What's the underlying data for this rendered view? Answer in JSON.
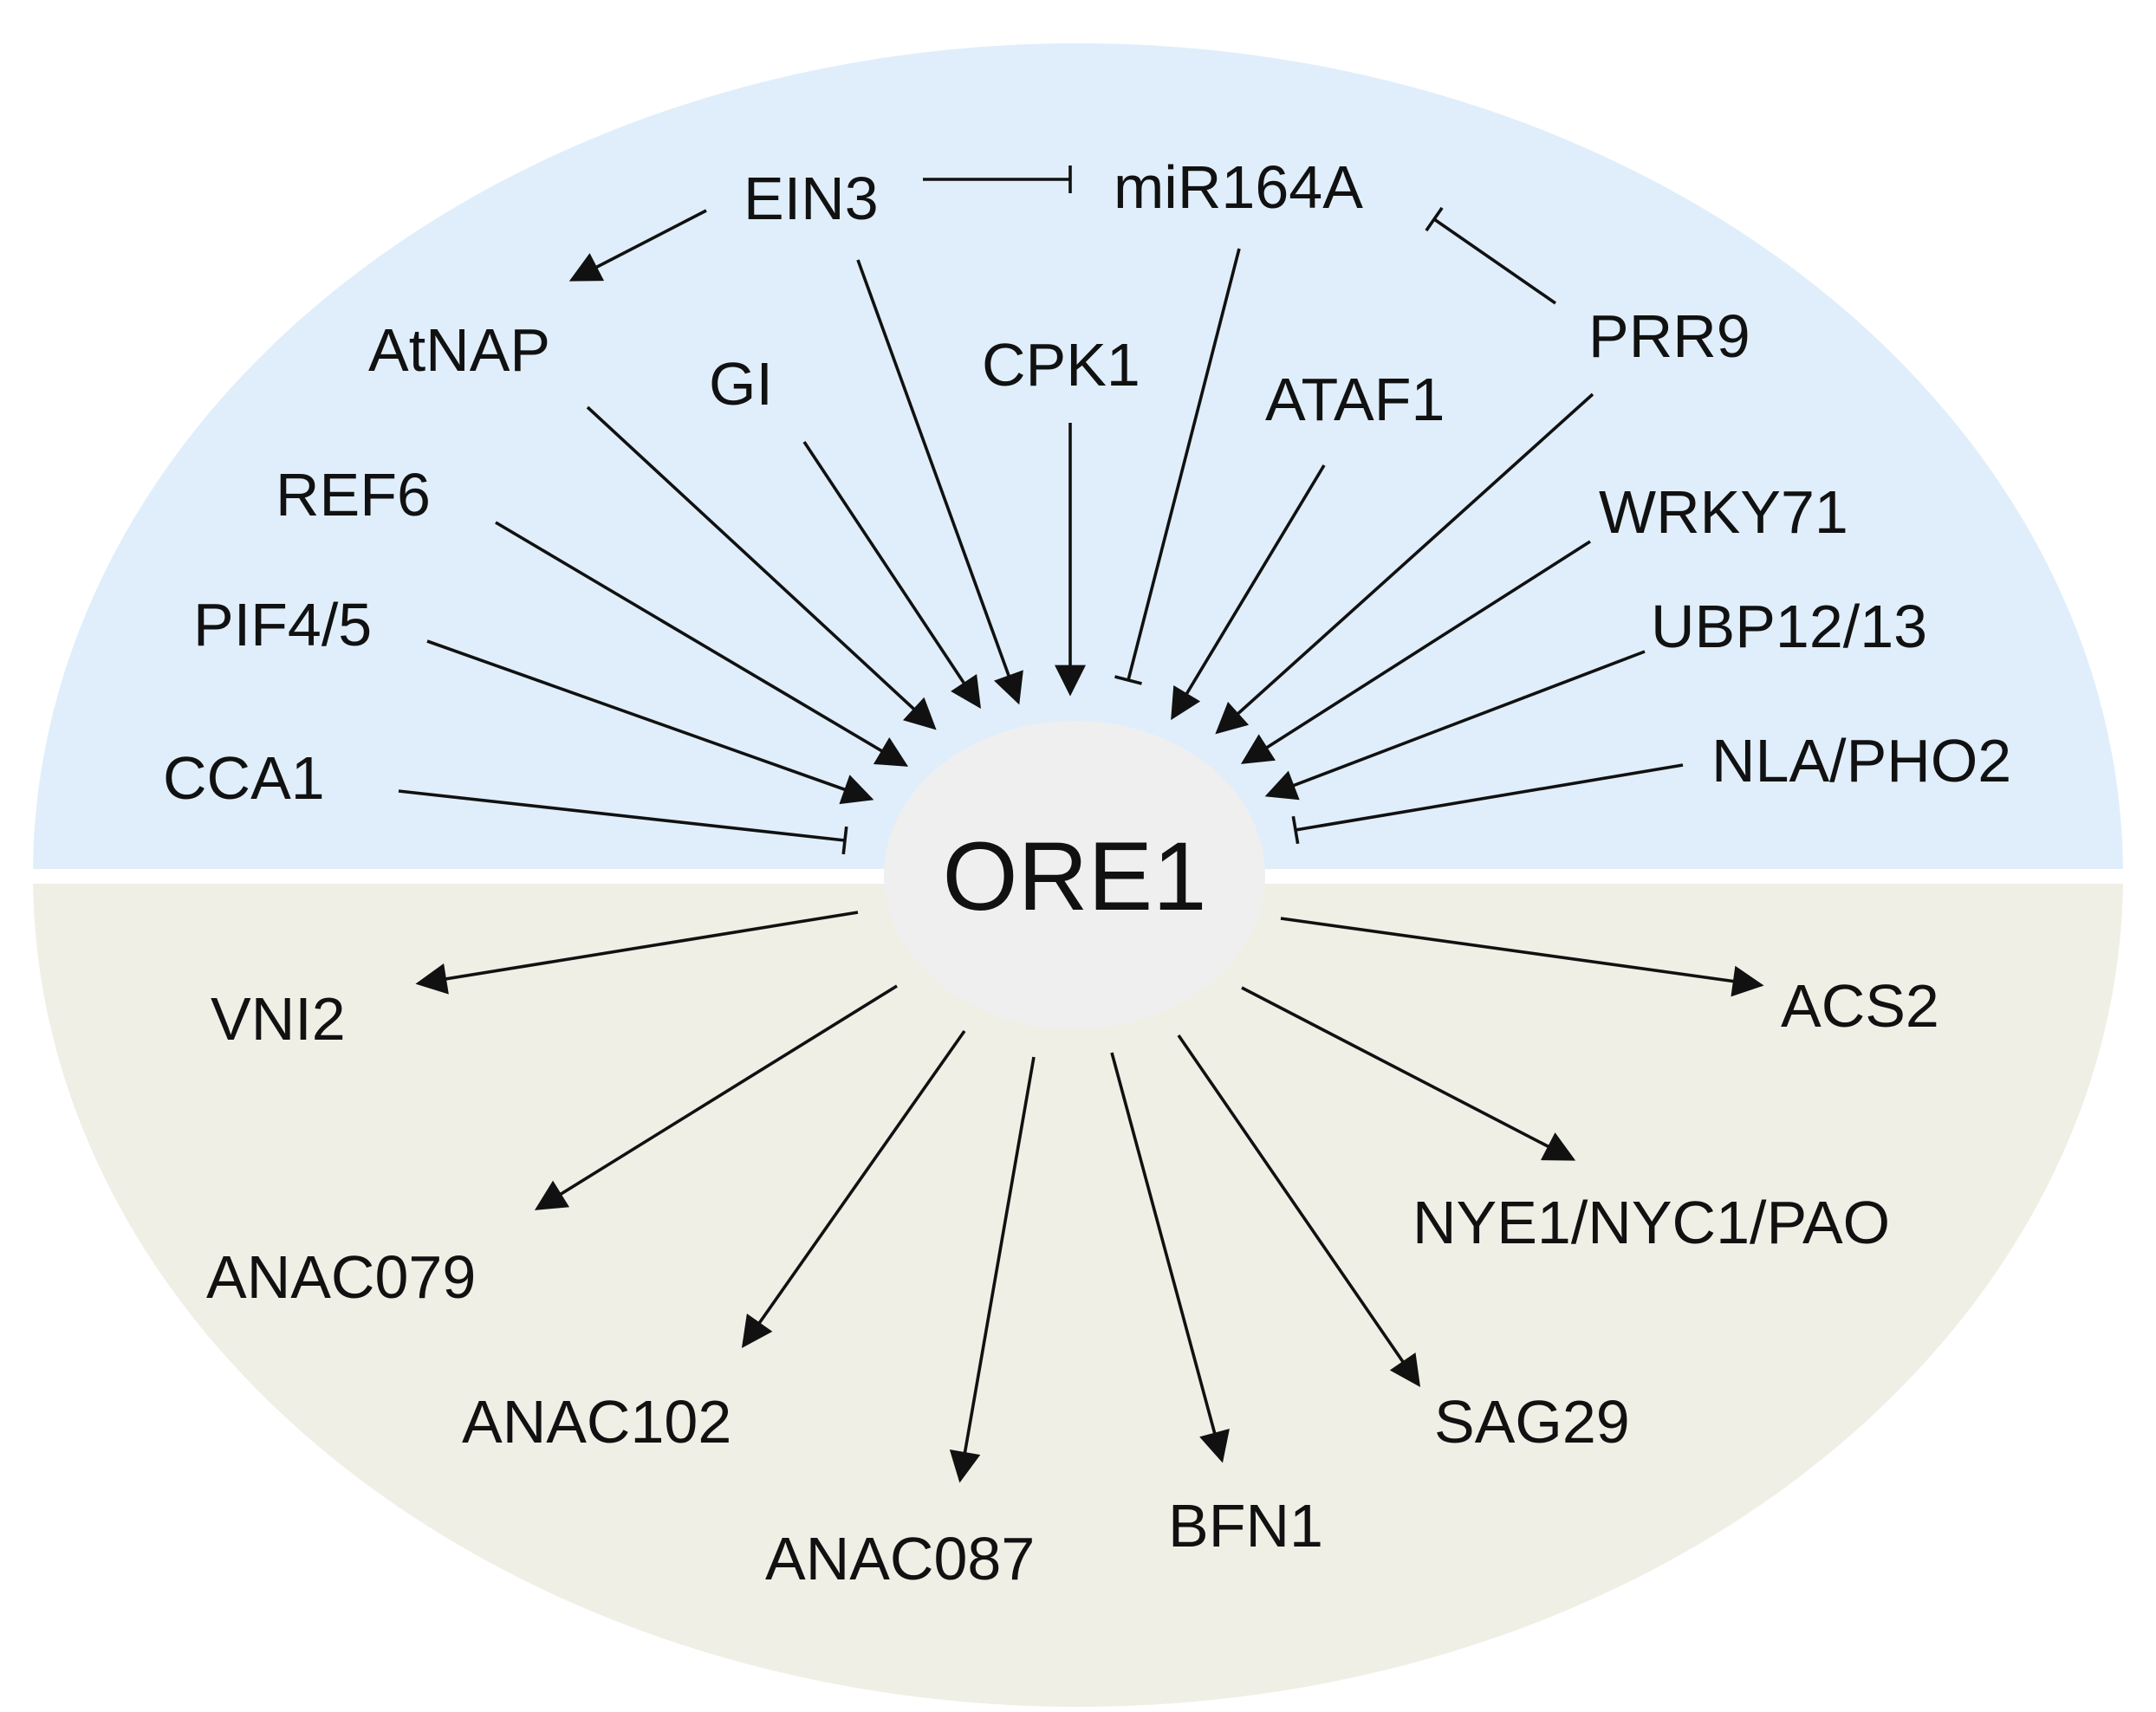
{
  "center": {
    "label": "ORE1"
  },
  "colors": {
    "upper_region": "#dfeefa",
    "lower_region": "#efefe6",
    "center_node": "#efeff0",
    "separator": "#ffffff",
    "ink": "#111111"
  },
  "upstream": {
    "nodes": [
      {
        "id": "ein3",
        "label": "EIN3"
      },
      {
        "id": "mir164a",
        "label": "miR164A"
      },
      {
        "id": "atnap",
        "label": "AtNAP"
      },
      {
        "id": "gi",
        "label": "GI"
      },
      {
        "id": "cpk1",
        "label": "CPK1"
      },
      {
        "id": "ataf1",
        "label": "ATAF1"
      },
      {
        "id": "prr9",
        "label": "PRR9"
      },
      {
        "id": "ref6",
        "label": "REF6"
      },
      {
        "id": "wrky71",
        "label": "WRKY71"
      },
      {
        "id": "pif45",
        "label": "PIF4/5"
      },
      {
        "id": "ubp1213",
        "label": "UBP12/13"
      },
      {
        "id": "cca1",
        "label": "CCA1"
      },
      {
        "id": "nlapho2",
        "label": "NLA/PHO2"
      }
    ]
  },
  "downstream": {
    "nodes": [
      {
        "id": "vni2",
        "label": "VNI2"
      },
      {
        "id": "acs2",
        "label": "ACS2"
      },
      {
        "id": "anac079",
        "label": "ANAC079"
      },
      {
        "id": "nye1",
        "label": "NYE1/NYC1/PAO"
      },
      {
        "id": "anac102",
        "label": "ANAC102"
      },
      {
        "id": "sag29",
        "label": "SAG29"
      },
      {
        "id": "anac087",
        "label": "ANAC087"
      },
      {
        "id": "bfn1",
        "label": "BFN1"
      }
    ]
  },
  "edges": [
    {
      "from": "EIN3",
      "to": "miR164A",
      "type": "inhibition"
    },
    {
      "from": "EIN3",
      "to": "AtNAP",
      "type": "activation"
    },
    {
      "from": "PRR9",
      "to": "miR164A",
      "type": "inhibition"
    },
    {
      "from": "miR164A",
      "to": "ORE1",
      "type": "inhibition"
    },
    {
      "from": "EIN3",
      "to": "ORE1",
      "type": "activation"
    },
    {
      "from": "AtNAP",
      "to": "ORE1",
      "type": "activation"
    },
    {
      "from": "GI",
      "to": "ORE1",
      "type": "activation"
    },
    {
      "from": "CPK1",
      "to": "ORE1",
      "type": "activation"
    },
    {
      "from": "ATAF1",
      "to": "ORE1",
      "type": "activation"
    },
    {
      "from": "PRR9",
      "to": "ORE1",
      "type": "activation"
    },
    {
      "from": "REF6",
      "to": "ORE1",
      "type": "activation"
    },
    {
      "from": "WRKY71",
      "to": "ORE1",
      "type": "activation"
    },
    {
      "from": "PIF4/5",
      "to": "ORE1",
      "type": "activation"
    },
    {
      "from": "UBP12/13",
      "to": "ORE1",
      "type": "activation"
    },
    {
      "from": "CCA1",
      "to": "ORE1",
      "type": "inhibition"
    },
    {
      "from": "NLA/PHO2",
      "to": "ORE1",
      "type": "inhibition"
    },
    {
      "from": "ORE1",
      "to": "VNI2",
      "type": "activation"
    },
    {
      "from": "ORE1",
      "to": "ACS2",
      "type": "activation"
    },
    {
      "from": "ORE1",
      "to": "ANAC079",
      "type": "activation"
    },
    {
      "from": "ORE1",
      "to": "NYE1/NYC1/PAO",
      "type": "activation"
    },
    {
      "from": "ORE1",
      "to": "ANAC102",
      "type": "activation"
    },
    {
      "from": "ORE1",
      "to": "SAG29",
      "type": "activation"
    },
    {
      "from": "ORE1",
      "to": "ANAC087",
      "type": "activation"
    },
    {
      "from": "ORE1",
      "to": "BFN1",
      "type": "activation"
    }
  ]
}
